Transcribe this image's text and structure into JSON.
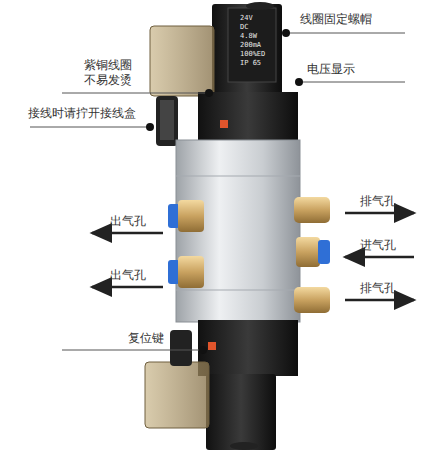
{
  "diagram": {
    "labels": [
      "线圈固定螺帽",
      "紫铜线圈 不易发烫",
      "电压显示",
      "接线时请拧开接线盒",
      "排气孔",
      "出气孔",
      "进气孔",
      "出气孔",
      "排气孔",
      "复位键",
      "24V",
      "DC",
      "4.8W",
      "200mA",
      "100%ED",
      "IP 65"
    ]
  }
}
